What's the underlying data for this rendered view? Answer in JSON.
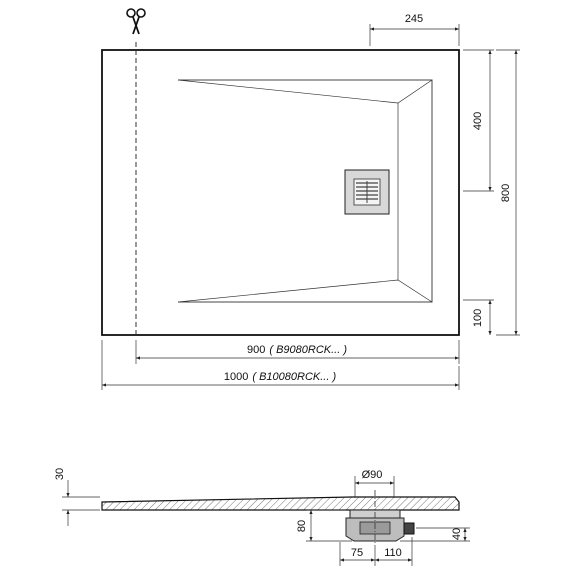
{
  "dimensions": {
    "cut_width": "245",
    "top_zone": "400",
    "total_length": "800",
    "bottom_zone": "100",
    "width_900_value": "900",
    "width_900_code": "( B9080RCK... )",
    "width_1000_value": "1000",
    "width_1000_code": "( B10080RCK... )",
    "thickness": "30",
    "drain_diameter": "Ø90",
    "drain_depth": "80",
    "drain_offset_left": "75",
    "drain_offset_right": "110",
    "outlet_height": "40"
  },
  "icons": {
    "cut_marker": "scissors-icon",
    "drain": "drain-grate-icon"
  },
  "colors": {
    "line": "#222222",
    "grate_fill": "#d8d8d8",
    "section_hatch": "#555555"
  }
}
